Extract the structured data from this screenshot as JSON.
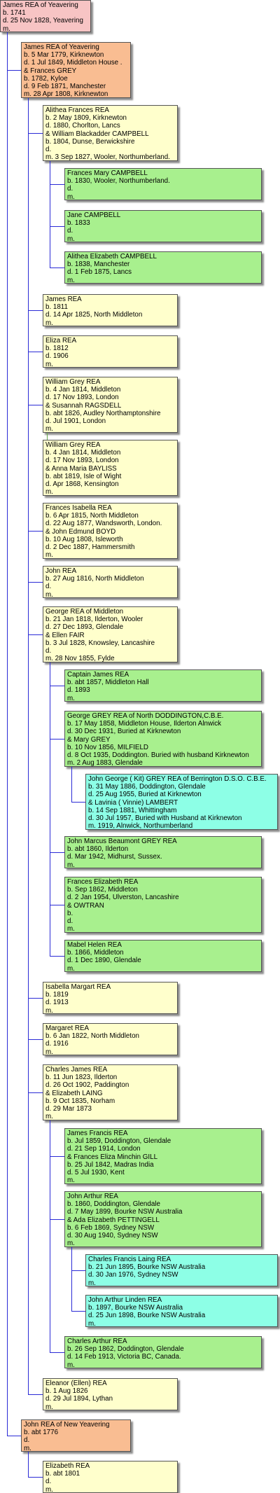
{
  "people": [
    {
      "lines": [
        "James REA of Yeavering",
        "b. 1741",
        "d. 25 Nov 1828, Yeavering",
        "m."
      ],
      "generation": 0
    },
    {
      "lines": [
        "James REA of Yeavering",
        "b. 5 Mar 1779, Kirknewton",
        "d. 1 Jul 1849, Middleton House .",
        "& Frances GREY",
        "b. 1782, Kyloe",
        "d. 9 Feb 1871, Manchester",
        "m. 28 Apr 1808, Kirknewton"
      ],
      "generation": 1
    },
    {
      "lines": [
        "Alithea Frances REA",
        "b. 2 May 1809, Kirknewton",
        "d. 1880, Chorlton, Lancs",
        "& William Blackadder CAMPBELL",
        "b. 1804, Dunse, Berwickshire",
        "d.",
        "m. 3 Sep 1827, Wooler, Northumberland."
      ],
      "generation": 2
    },
    {
      "lines": [
        "Frances Mary CAMPBELL",
        "b. 1830, Wooler, Northumberland.",
        "d.",
        "m."
      ],
      "generation": 3
    },
    {
      "lines": [
        "Jane CAMPBELL",
        "b. 1833",
        "d.",
        "m."
      ],
      "generation": 3
    },
    {
      "lines": [
        "Alithea Elizabeth CAMPBELL",
        "b. 1838, Manchester",
        "d. 1 Feb 1875, Lancs",
        "m."
      ],
      "generation": 3
    },
    {
      "lines": [
        "James REA",
        "b. 1811",
        "d. 14 Apr 1825, North Middleton",
        "m."
      ],
      "generation": 2
    },
    {
      "lines": [
        "Eliza REA",
        "b. 1812",
        "d. 1906",
        "m."
      ],
      "generation": 2
    },
    {
      "lines": [
        "William Grey REA",
        "b. 4 Jan 1814, Middleton",
        "d. 17 Nov 1893, London",
        "& Susannah RAGSDELL",
        "b. abt 1826, Audley Northamptonshire",
        "d. Jul 1901, London",
        "m."
      ],
      "generation": 2
    },
    {
      "lines": [
        "William Grey REA",
        "b. 4 Jan 1814, Middleton",
        "d. 17 Nov 1893, London",
        "& Anna Maria BAYLISS",
        "b. abt 1819, Isle of Wight",
        "d. Apr 1868, Kensington",
        "m."
      ],
      "generation": 2
    },
    {
      "lines": [
        "Frances Isabella REA",
        "b. 6 Apr 1815, North Middleton",
        "d. 22 Aug 1877, Wandsworth, London.",
        "& John Edmund BOYD",
        "b. 10 Aug 1808, Isleworth",
        "d. 2 Dec 1887, Hammersmith",
        "m."
      ],
      "generation": 2
    },
    {
      "lines": [
        "John REA",
        "b. 27 Aug 1816, North Middleton",
        "d.",
        "m."
      ],
      "generation": 2
    },
    {
      "lines": [
        "George REA of Middleton",
        "b. 21 Jan 1818, Ilderton, Wooler",
        "d. 27 Dec 1893, Glendale",
        "& Ellen FAIR",
        "b. 3 Jul 1828, Knowsley, Lancashire",
        "d.",
        "m. 28 Nov 1855, Fylde"
      ],
      "generation": 2
    },
    {
      "lines": [
        "Captain James REA",
        "b. abt 1857, Middleton Hall",
        "d. 1893",
        "m."
      ],
      "generation": 3
    },
    {
      "lines": [
        "George  GREY REA of  North DODDINGTON,C.B.E.",
        "b. 17 May 1858, Middleton House, Ilderton Alnwick",
        "d. 30 Dec 1931, Buried at Kirknewton",
        "& Mary GREY",
        "b. 10 Nov 1856, MILFIELD",
        "d. 8 Oct 1935, Doddington. Buried with husband Kirknewton",
        "m. 2 Aug 1883, Glendale"
      ],
      "generation": 3
    },
    {
      "lines": [
        "John George ( Kit)  GREY REA of Berrington D.S.O. C.B.E.",
        "b. 31 May 1886, Doddington, Glendale",
        "d. 25 Aug 1955, Buried at Kirknewton",
        "& Lavinia ( Vinnie) LAMBERT",
        "b. 14 Sep 1881, Whittingham",
        "d. 30 Jul 1957, Buried with Husband at Kirknewton",
        "m. 1919, Alnwick, Northumberland"
      ],
      "generation": 4
    },
    {
      "lines": [
        "John Marcus Beaumont  GREY REA",
        "b. abt 1860, Ilderton",
        "d. Mar 1942, Midhurst, Sussex.",
        "m."
      ],
      "generation": 3
    },
    {
      "lines": [
        "Frances Elizabeth REA",
        "b. Sep 1862, Middleton",
        "d. 2 Jan 1954, Ulverston, Lancashire",
        "& OWTRAN",
        "b.",
        "d.",
        "m."
      ],
      "generation": 3
    },
    {
      "lines": [
        "Mabel Helen REA",
        "b. 1866, Middleton",
        "d. 1 Dec 1890, Glendale",
        "m."
      ],
      "generation": 3
    },
    {
      "lines": [
        "Isabella Margart REA",
        "b. 1819",
        "d. 1913",
        "m."
      ],
      "generation": 2
    },
    {
      "lines": [
        "Margaret REA",
        "b. 6 Jan 1822, North Middleton",
        "d. 1916",
        "m."
      ],
      "generation": 2
    },
    {
      "lines": [
        "Charles James REA",
        "b. 11 Jun 1823, Ilderton",
        "d. 26 Oct 1902, Paddington",
        "& Elizabeth LAING",
        "b. 9 Oct 1835, Norham",
        "d. 29 Mar 1873",
        "m."
      ],
      "generation": 2
    },
    {
      "lines": [
        "James Francis REA",
        "b. Jul 1859, Doddington, Glendale",
        "d. 21 Sep 1914, London",
        "& Frances Eliza Minchin GILL",
        "b. 25 Jul 1842, Madras India",
        "d. 5 Jul 1930, Kent",
        "m."
      ],
      "generation": 3
    },
    {
      "lines": [
        "John Arthur REA",
        "b. 1860, Doddington, Glendale",
        "d. 7 May 1899, Bourke NSW Australia",
        "& Ada Elizabeth PETTINGELL",
        "b. 6 Feb 1869, Sydney NSW",
        "d. 30 Aug 1940, Sydney NSW",
        "m."
      ],
      "generation": 3
    },
    {
      "lines": [
        "Charles Francis Laing REA",
        "b. 21 Jun 1895, Bourke NSW Australia",
        "d. 30 Jan 1976, Sydney NSW",
        "m."
      ],
      "generation": 4
    },
    {
      "lines": [
        "John Arthur Linden REA",
        "b. 1897, Bourke NSW Australia",
        "d. 25 Jun 1898, Bourke NSW Australia",
        "m."
      ],
      "generation": 4
    },
    {
      "lines": [
        "Charles Arthur REA",
        "b. 26 Sep 1862, Doddington, Glendale",
        "d. 14 Feb 1913, Victoria BC, Canada.",
        "m."
      ],
      "generation": 3
    },
    {
      "lines": [
        "Eleanor (Ellen) REA",
        "b. 1 Aug 1826",
        "d. 29 Jul 1894, Lythan",
        "m."
      ],
      "generation": 2
    },
    {
      "lines": [
        "John REA of  New Yeavering",
        "b. abt 1776",
        "d.",
        "m."
      ],
      "generation": 1
    },
    {
      "lines": [
        "Elizabeth REA",
        "b. abt 1801",
        "d.",
        "m."
      ],
      "generation": 2
    }
  ],
  "colors": {
    "generation_0": "#f7c4c4",
    "generation_1": "#f9bd92",
    "generation_2": "#ffffcc",
    "generation_3": "#a8f08e",
    "generation_4": "#8dffe6",
    "connector": "#2b2bd6",
    "second_spouse_connector": "#6aa84f"
  }
}
